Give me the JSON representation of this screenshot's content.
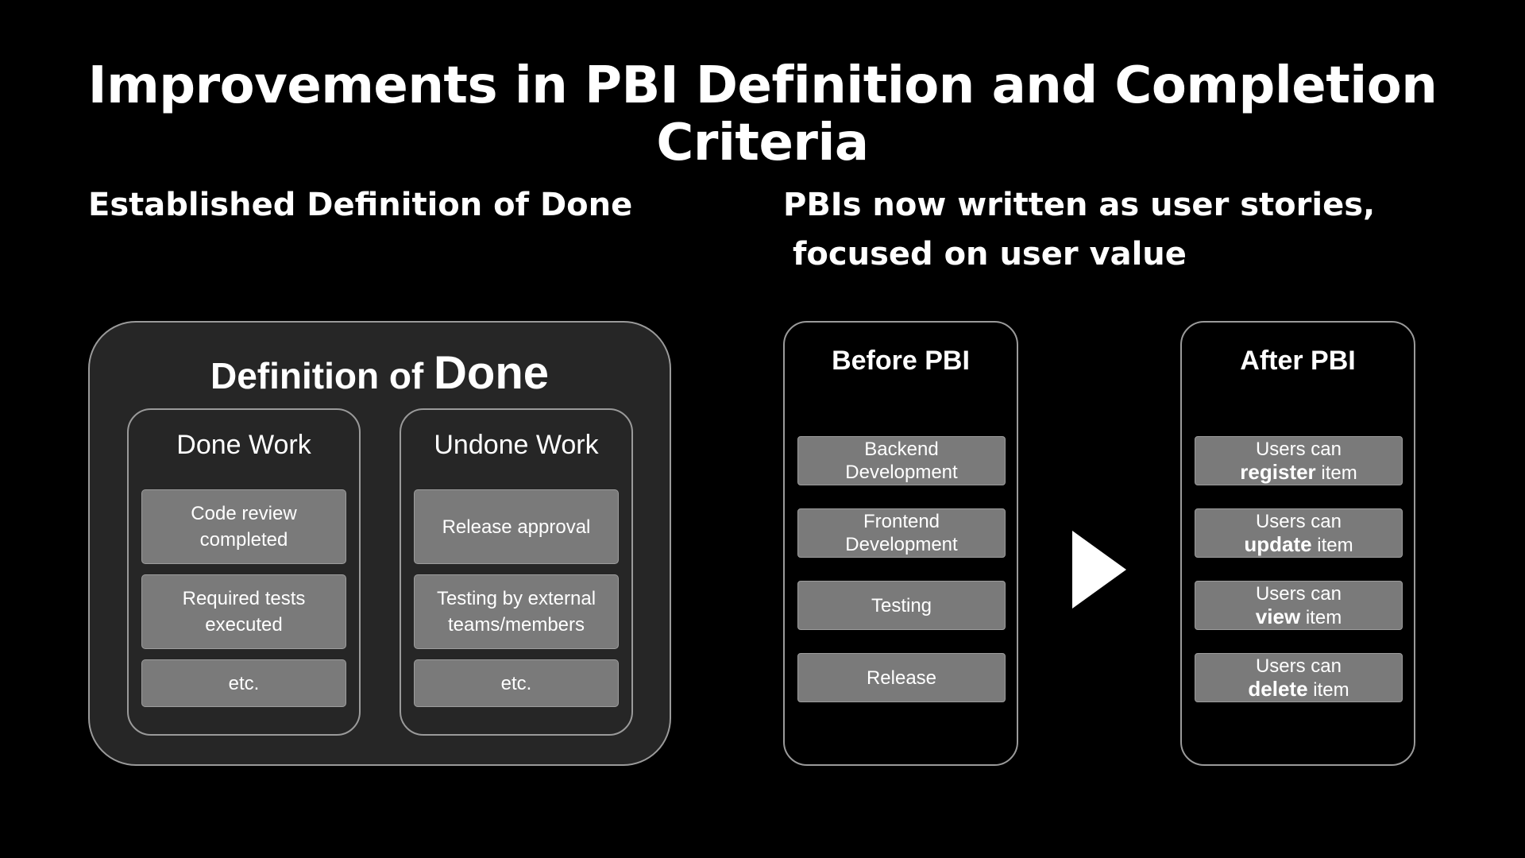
{
  "slide": {
    "title_line1": "Improvements in PBI Definition and Completion",
    "title_line2": "Criteria",
    "left_heading": "Established Definition of Done",
    "right_heading_line1": "PBIs now written as user stories,",
    "right_heading_line2": "focused on user value"
  },
  "definition_of_done": {
    "title_part1": "Definition of ",
    "title_part2": "Done",
    "done_work": {
      "title": "Done Work",
      "items": [
        "Code review completed",
        "Required tests executed",
        "etc."
      ]
    },
    "undone_work": {
      "title": "Undone Work",
      "items": [
        "Release approval",
        "Testing by external teams/members",
        "etc."
      ]
    }
  },
  "before_pbi": {
    "title": "Before PBI",
    "items": [
      {
        "line1": "Backend",
        "line2": "Development"
      },
      {
        "line1": "Frontend",
        "line2": "Development"
      },
      {
        "line1": "Testing",
        "line2": ""
      },
      {
        "line1": "Release",
        "line2": ""
      }
    ]
  },
  "after_pbi": {
    "title": "After PBI",
    "items": [
      {
        "prefix": "Users can",
        "action": "register",
        "suffix": " item"
      },
      {
        "prefix": "Users can",
        "action": "update",
        "suffix": " item"
      },
      {
        "prefix": "Users can",
        "action": "view",
        "suffix": " item"
      },
      {
        "prefix": "Users can",
        "action": "delete",
        "suffix": " item"
      }
    ]
  },
  "colors": {
    "background": "#000000",
    "panel_fill": "#262626",
    "item_fill": "#7a7a7a",
    "border": "#9a9a9a",
    "text": "#ffffff"
  },
  "icons": {
    "transition_arrow": "play-triangle-icon"
  }
}
